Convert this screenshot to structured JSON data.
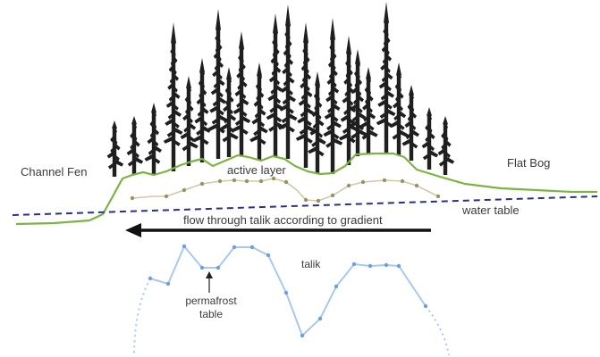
{
  "labels": {
    "channel_fen": "Channel Fen",
    "flat_bog": "Flat Bog",
    "active_layer": "active layer",
    "water_table": "water table",
    "flow": "flow through talik according to gradient",
    "talik": "talik",
    "permafrost_line1": "permafrost",
    "permafrost_line2": "table"
  },
  "colors": {
    "ground_line": "#7cb342",
    "active_layer_line": "#cfc9a8",
    "active_layer_dot": "#9a9264",
    "water_table": "#2b2f86",
    "flow_arrow": "#111111",
    "permafrost_line": "#a9c8ef",
    "permafrost_dot": "#6aa0dc",
    "tree": "#1f1f1f",
    "text": "#3a3a3a"
  },
  "icons": {
    "tree": "conifer-tree-icon",
    "flow_arrow": "arrow-left-icon",
    "pointer": "arrow-up-icon"
  }
}
